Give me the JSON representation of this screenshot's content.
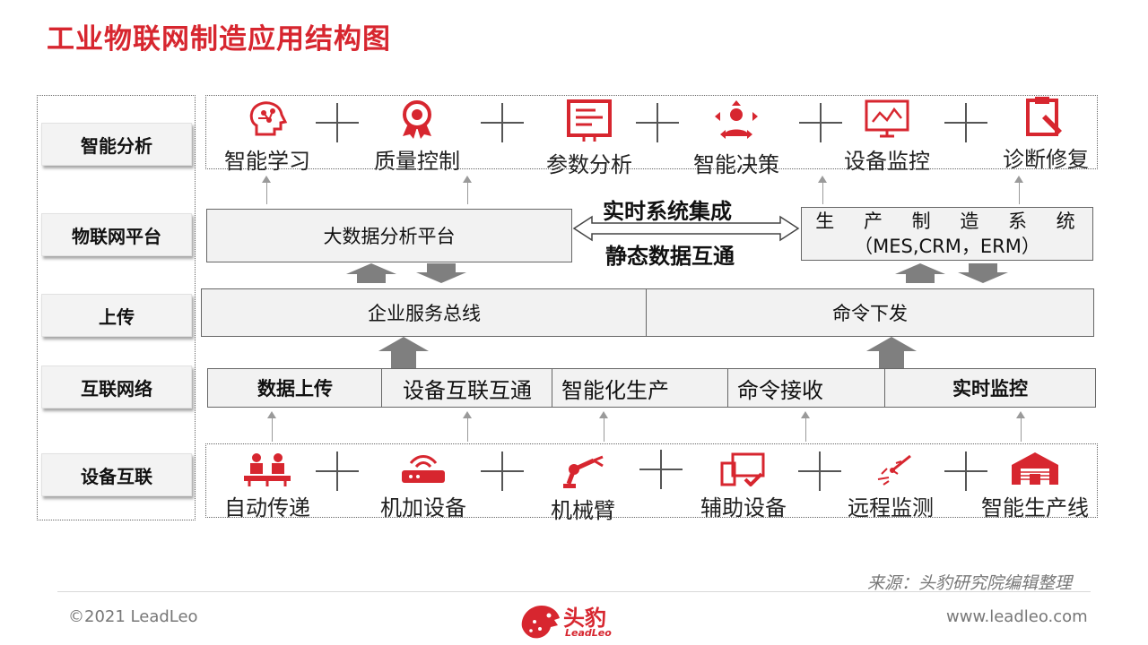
{
  "title": "工业物联网制造应用结构图",
  "layers": [
    {
      "label": "智能分析"
    },
    {
      "label": "物联网平台"
    },
    {
      "label": "上传"
    },
    {
      "label": "互联网络"
    },
    {
      "label": "设备互联"
    }
  ],
  "analysis_items": [
    {
      "label": "智能学习",
      "icon": "brain-circuit-icon"
    },
    {
      "label": "质量控制",
      "icon": "award-medal-icon"
    },
    {
      "label": "参数分析",
      "icon": "document-panel-icon"
    },
    {
      "label": "智能决策",
      "icon": "decision-person-arrows-icon"
    },
    {
      "label": "设备监控",
      "icon": "monitor-chart-icon"
    },
    {
      "label": "诊断修复",
      "icon": "clipboard-repair-icon"
    }
  ],
  "platform": {
    "bigdata": "大数据分析平台",
    "link_top": "实时系统集成",
    "link_bottom": "静态数据互通",
    "production_line1": "生 产 制 造 系 统",
    "production_line2": "（MES,CRM，ERM）"
  },
  "upload": {
    "left": "企业服务总线",
    "right": "命令下发"
  },
  "network": [
    "数据上传",
    "设备互联互通",
    "智能化生产",
    "命令接收",
    "实时监控"
  ],
  "device_items": [
    {
      "label": "自动传递",
      "icon": "workers-assembly-icon"
    },
    {
      "label": "机加设备",
      "icon": "router-machine-icon"
    },
    {
      "label": "机械臂",
      "icon": "robot-arm-icon"
    },
    {
      "label": "辅助设备",
      "icon": "devices-check-icon"
    },
    {
      "label": "远程监测",
      "icon": "remote-signal-icon"
    },
    {
      "label": "智能生产线",
      "icon": "factory-warehouse-icon"
    }
  ],
  "source": "来源：头豹研究院编辑整理",
  "footer": {
    "copyright": "©2021 LeadLeo",
    "logo_text": "头豹",
    "logo_sub": "LeadLeo",
    "website": "www.leadleo.com"
  },
  "colors": {
    "accent": "#d7262f",
    "box_fill": "#f2f2f2",
    "arrow": "#7f7f7f"
  }
}
